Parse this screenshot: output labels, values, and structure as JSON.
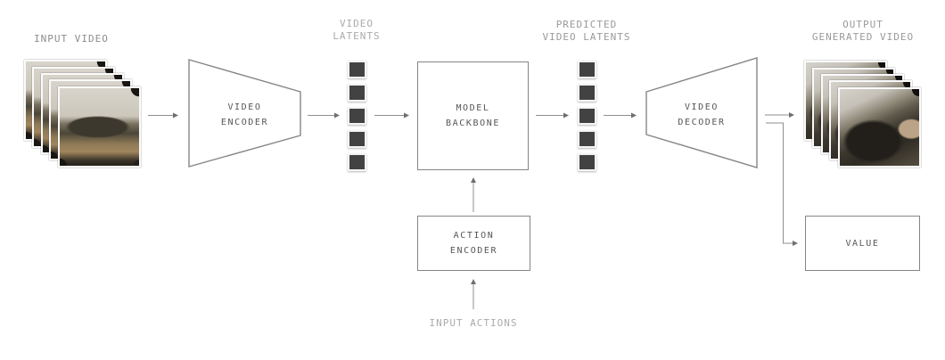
{
  "title": "World model video architecture diagram",
  "nodes": {
    "input_video": {
      "label": "INPUT VIDEO",
      "frame_count": 5
    },
    "video_encoder": {
      "line1": "VIDEO",
      "line2": "ENCODER",
      "shape": "trapezoid-narrowing-right"
    },
    "video_latents": {
      "line1": "VIDEO",
      "line2": "LATENTS",
      "block_count": 5
    },
    "model_backbone": {
      "line1": "MODEL",
      "line2": "BACKBONE"
    },
    "predicted_video_latents": {
      "line1": "PREDICTED",
      "line2": "VIDEO LATENTS",
      "block_count": 5
    },
    "video_decoder": {
      "line1": "VIDEO",
      "line2": "DECODER",
      "shape": "trapezoid-widening-right"
    },
    "output_generated_video": {
      "line1": "OUTPUT",
      "line2": "GENERATED VIDEO",
      "frame_count": 5
    },
    "action_encoder": {
      "line1": "ACTION",
      "line2": "ENCODER"
    },
    "input_actions": {
      "label": "INPUT ACTIONS"
    },
    "value_head": {
      "label": "VALUE"
    }
  },
  "edges": [
    {
      "from": "input_video",
      "to": "video_encoder"
    },
    {
      "from": "video_encoder",
      "to": "video_latents"
    },
    {
      "from": "video_latents",
      "to": "model_backbone"
    },
    {
      "from": "model_backbone",
      "to": "predicted_video_latents"
    },
    {
      "from": "predicted_video_latents",
      "to": "video_decoder"
    },
    {
      "from": "video_decoder",
      "to": "output_generated_video"
    },
    {
      "from": "video_decoder",
      "to": "value_head"
    },
    {
      "from": "action_encoder",
      "to": "model_backbone"
    },
    {
      "from": "input_actions",
      "to": "action_encoder"
    }
  ],
  "colors": {
    "background": "#ffffff",
    "node_border": "#858585",
    "arrow": "#8f8f8f",
    "arrowhead": "#6f6f6f",
    "node_text": "#565656",
    "label_medium": "#9a9a9a",
    "label_dark": "#8d8d8d",
    "label_light": "#ababab",
    "latent_block": "#424242"
  }
}
